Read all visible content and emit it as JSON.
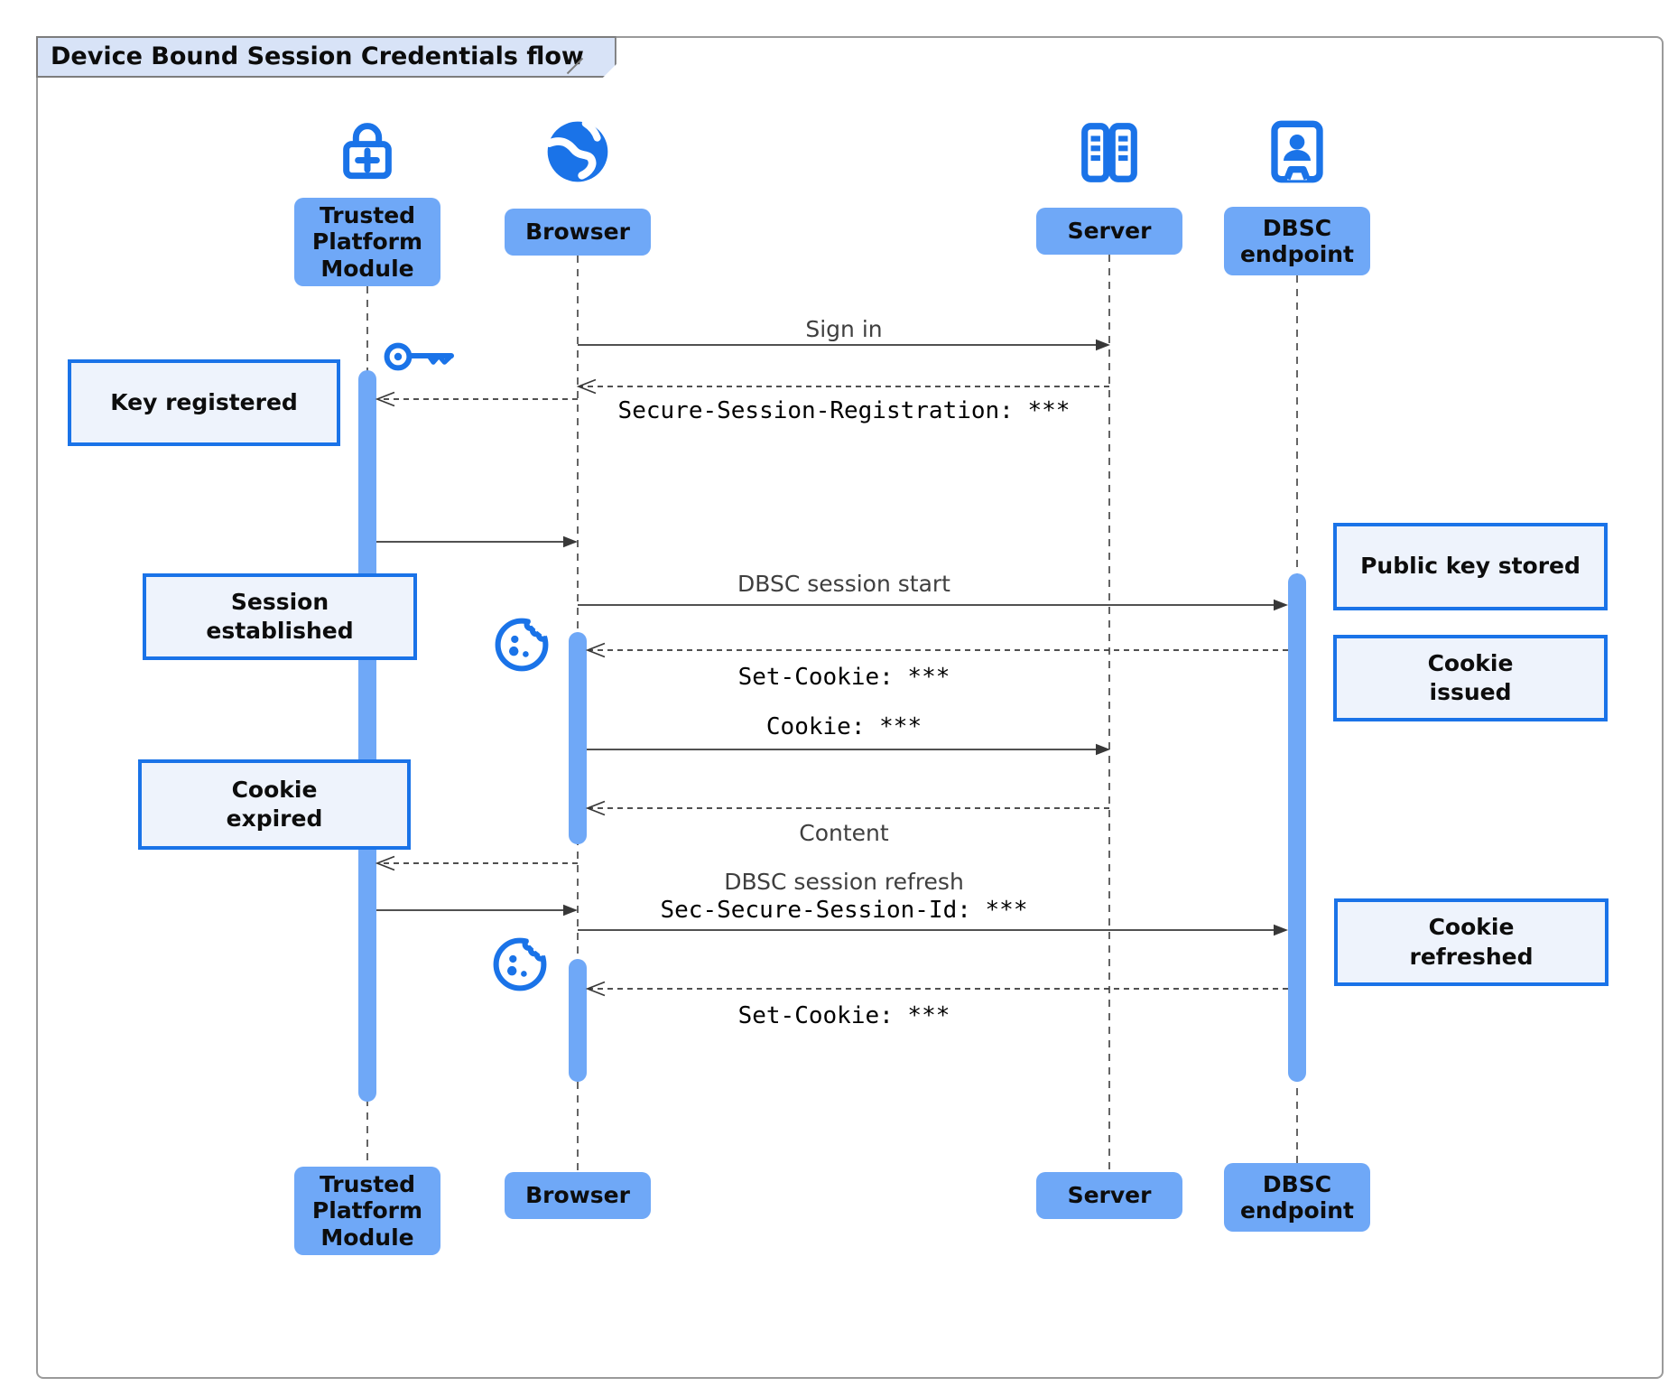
{
  "title": "Device Bound Session Credentials flow",
  "colors": {
    "icon_blue": "#1a73e8",
    "activation_bar": "#6fa8f7",
    "actor_box_fill": "#6fa8f7",
    "note_fill": "#eef3fc",
    "note_border": "#1a73e8",
    "title_fill": "#d8e3f7",
    "arrow": "#383838"
  },
  "actors": [
    {
      "id": "tpm",
      "label": "Trusted\nPlatform\nModule",
      "icon": "lock-plus-icon"
    },
    {
      "id": "browser",
      "label": "Browser",
      "icon": "globe-icon"
    },
    {
      "id": "server",
      "label": "Server",
      "icon": "server-rack-icon"
    },
    {
      "id": "dbsc",
      "label": "DBSC\nendpoint",
      "icon": "id-kiosk-icon"
    }
  ],
  "messages": [
    {
      "from": "Browser",
      "to": "Server",
      "label": "Sign in",
      "style": "solid",
      "font": "sans"
    },
    {
      "from": "Server",
      "to": "Browser",
      "label": "Secure-Session-Registration: ***",
      "style": "dashed",
      "font": "mono"
    },
    {
      "from": "Browser",
      "to": "Trusted Platform Module",
      "label": "",
      "style": "dashed",
      "font": ""
    },
    {
      "from": "Trusted Platform Module",
      "to": "Browser",
      "label": "",
      "style": "solid",
      "font": ""
    },
    {
      "from": "Browser",
      "to": "DBSC endpoint",
      "label": "DBSC session start",
      "style": "solid",
      "font": "sans"
    },
    {
      "from": "DBSC endpoint",
      "to": "Browser",
      "label": "Set-Cookie: ***",
      "style": "dashed",
      "font": "mono"
    },
    {
      "from": "Browser",
      "to": "Server",
      "label": "Cookie: ***",
      "style": "solid",
      "font": "mono"
    },
    {
      "from": "Server",
      "to": "Browser",
      "label": "Content",
      "style": "dashed",
      "font": "sans"
    },
    {
      "from": "Browser",
      "to": "Trusted Platform Module",
      "label": "",
      "style": "dashed",
      "font": ""
    },
    {
      "from": "Trusted Platform Module",
      "to": "Browser",
      "label": "",
      "style": "solid",
      "font": ""
    },
    {
      "from": "Browser",
      "to": "DBSC endpoint",
      "label": "DBSC session refresh",
      "label2": "Sec-Secure-Session-Id: ***",
      "style": "solid",
      "font": "sans+mono"
    },
    {
      "from": "DBSC endpoint",
      "to": "Browser",
      "label": "Set-Cookie: ***",
      "style": "dashed",
      "font": "mono"
    }
  ],
  "notes": [
    {
      "id": "key-registered",
      "text": "Key registered"
    },
    {
      "id": "session-established",
      "text": "Session\nestablished"
    },
    {
      "id": "cookie-expired",
      "text": "Cookie\nexpired"
    },
    {
      "id": "public-key-stored",
      "text": "Public key stored"
    },
    {
      "id": "cookie-issued",
      "text": "Cookie\nissued"
    },
    {
      "id": "cookie-refreshed",
      "text": "Cookie\nrefreshed"
    }
  ],
  "decorations": {
    "key_icon": "key-icon",
    "cookie_icon": "cookie-icon"
  }
}
